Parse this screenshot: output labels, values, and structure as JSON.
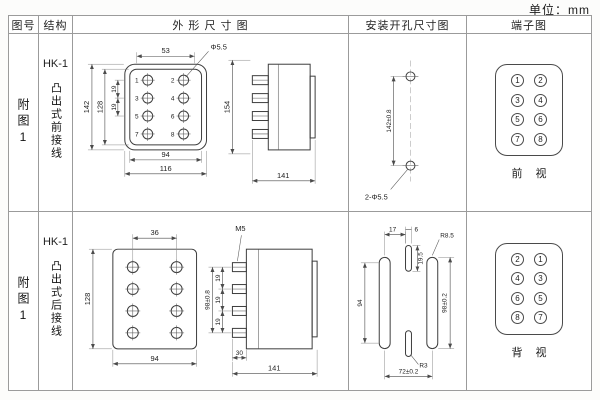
{
  "page": {
    "unit_label": "单位：mm"
  },
  "headers": {
    "fig": "图号",
    "structure": "结构",
    "outline": "外 形 尺 寸 图",
    "mounting": "安装开孔尺寸图",
    "terminal": "端子图"
  },
  "row1": {
    "fig": "附图1",
    "model": "HK-1",
    "structure": "凸出式前接线",
    "outline": {
      "d53": "53",
      "phi": "Φ5.5",
      "d142": "142",
      "d128": "128",
      "d19a": "19",
      "d19b": "19",
      "d94": "94",
      "d116": "116",
      "d154": "154",
      "d141": "141",
      "t": [
        "1",
        "2",
        "3",
        "4",
        "5",
        "6",
        "7",
        "8"
      ]
    },
    "mounting": {
      "d142": "142±0.8",
      "holes": "2-Φ5.5"
    },
    "terminal": {
      "n": [
        "1",
        "2",
        "3",
        "4",
        "5",
        "6",
        "7",
        "8"
      ],
      "view": "前 视"
    }
  },
  "row2": {
    "fig": "附图1",
    "model": "HK-1",
    "structure": "凸出式后接线",
    "outline": {
      "d36": "36",
      "m5": "M5",
      "d128": "128",
      "d19a": "19",
      "d19b": "19",
      "d19c": "19",
      "d98": "98±0.8",
      "d94": "94",
      "d30": "30",
      "d141": "141"
    },
    "mounting": {
      "d17": "17",
      "d6": "6",
      "d195": "19.5",
      "r85": "R8.5",
      "d94": "94",
      "d98": "98±0.2",
      "r3": "R3",
      "d72": "72±0.2"
    },
    "terminal": {
      "n": [
        "2",
        "1",
        "4",
        "3",
        "6",
        "5",
        "8",
        "7"
      ],
      "view": "背 视"
    }
  }
}
